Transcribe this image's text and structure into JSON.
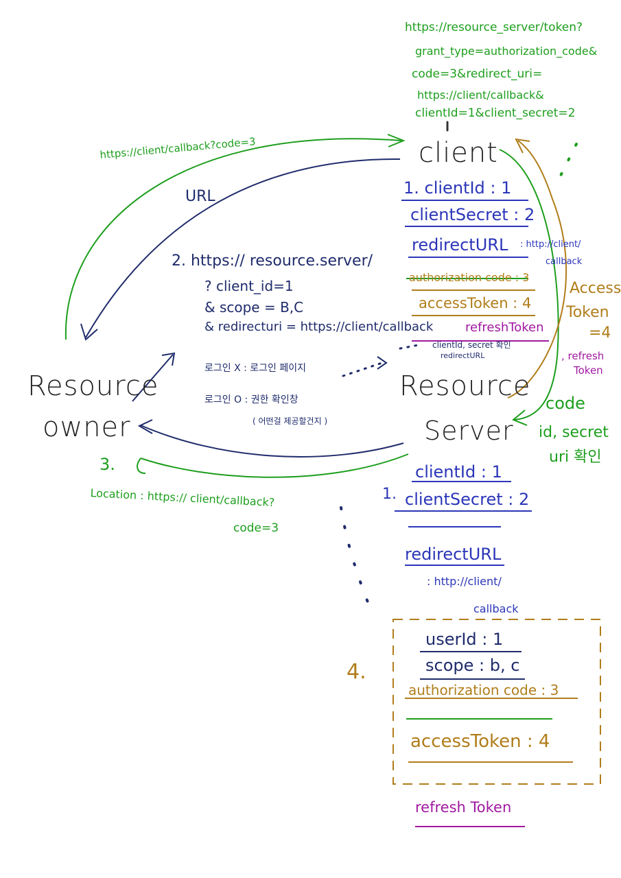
{
  "colors": {
    "green": "#1d9e1d",
    "navy": "#1f2b6b",
    "blue": "#2b36b8",
    "gold": "#b07d1a",
    "purple": "#a019a0"
  },
  "nodes": {
    "client": "client",
    "resource_owner_line1": "Resource",
    "resource_owner_line2": "owner",
    "resource_server_line1": "Resource",
    "resource_server_line2": "Server"
  },
  "token_request": {
    "line1": "https://resource_server/token?",
    "line2": "grant_type=authorization_code&",
    "line3": "code=3&redirect_uri=",
    "line4": "https://client/callback&",
    "line5": "clientId=1&client_secret=2"
  },
  "client_info": {
    "client_id": "1. clientId : 1",
    "client_secret": "clientSecret : 2",
    "redirect_url": "redirectURL",
    "redirect_url_value_1": ": http://client/",
    "redirect_url_value_2": "callback",
    "authorization_code": "authorization code : 3",
    "access_token": "accessToken : 4",
    "refresh_token": "refreshToken"
  },
  "step2": {
    "line1": "2. https:// resource.server/",
    "line2": "? client_id=1",
    "line3": "& scope = B,C",
    "line4": "& redirecturi = https://client/callback",
    "login_no": "로그인 X : 로그인 페이지",
    "login_yes": "로그인 O : 권한 확인창",
    "login_yes_sub": "( 어떤걸 제공할건지 )"
  },
  "arrows": {
    "callback_code": "https://client/callback?code=3",
    "url": "URL",
    "check_id_secret_1": "clientId, secret 확인",
    "check_id_secret_2": "redirectURL",
    "access_token_4_1": "Access",
    "access_token_4_2": "Token",
    "access_token_4_3": "=4",
    "refresh_token_1": ", refresh",
    "refresh_token_2": "Token",
    "code_check_1": "code",
    "code_check_2": "id, secret",
    "code_check_3": "uri 확인"
  },
  "step3": {
    "number": "3.",
    "location_1": "Location : https:// client/callback?",
    "location_2": "code=3"
  },
  "server_info": {
    "step_number": "1.",
    "client_id": "clientId : 1",
    "client_secret": "clientSecret : 2",
    "redirect_url": "redirectURL",
    "redirect_url_value_1": ": http://client/",
    "redirect_url_value_2": "callback"
  },
  "step4": {
    "number": "4.",
    "user_id": "userId : 1",
    "scope": "scope : b, c",
    "authorization_code": "authorization code : 3",
    "access_token": "accessToken : 4",
    "refresh_token": "refresh Token"
  }
}
